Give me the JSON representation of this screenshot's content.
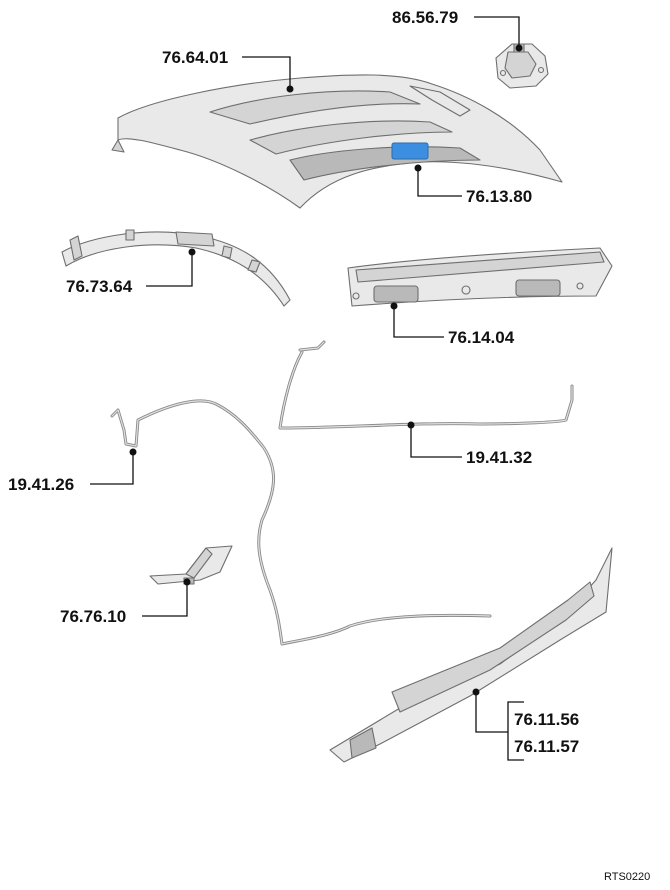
{
  "callouts": {
    "c865679": "86.56.79",
    "c766401": "76.64.01",
    "c761380": "76.13.80",
    "c767364": "76.73.64",
    "c761404": "76.14.04",
    "c194132": "19.41.32",
    "c194126": "19.41.26",
    "c767610": "76.76.10",
    "c761156": "76.11.56",
    "c761157": "76.11.57"
  },
  "reference_code": "RTS0220",
  "colors": {
    "console_display": "#3b8ee0",
    "part_fill": "#e0e0e0",
    "part_outline": "#6e6e6e"
  }
}
